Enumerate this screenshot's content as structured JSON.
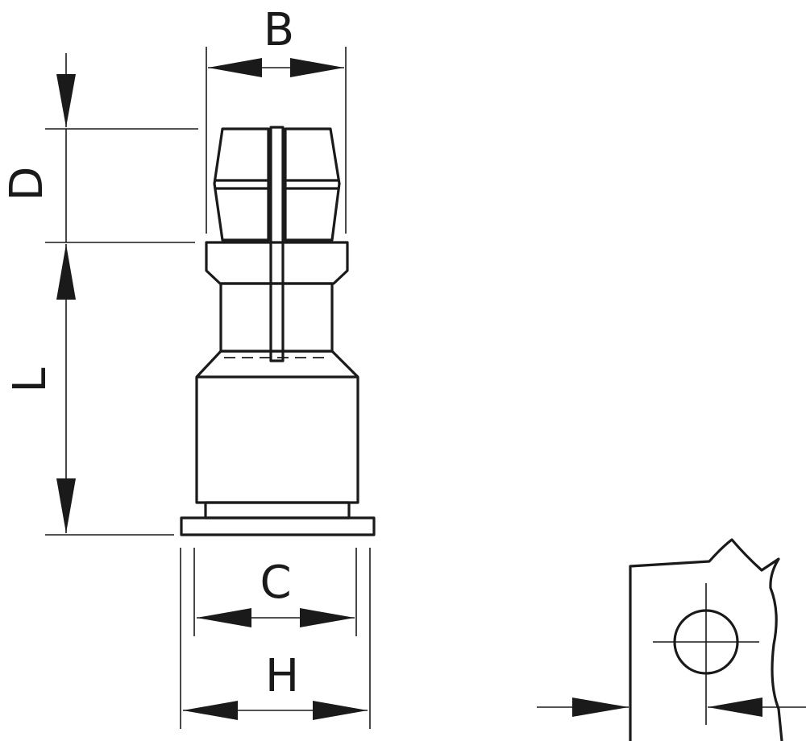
{
  "labels": {
    "b": "B",
    "d": "D",
    "l": "L",
    "c": "C",
    "h": "H"
  },
  "colors": {
    "line": "#1a1a1a",
    "background": "#ffffff"
  }
}
